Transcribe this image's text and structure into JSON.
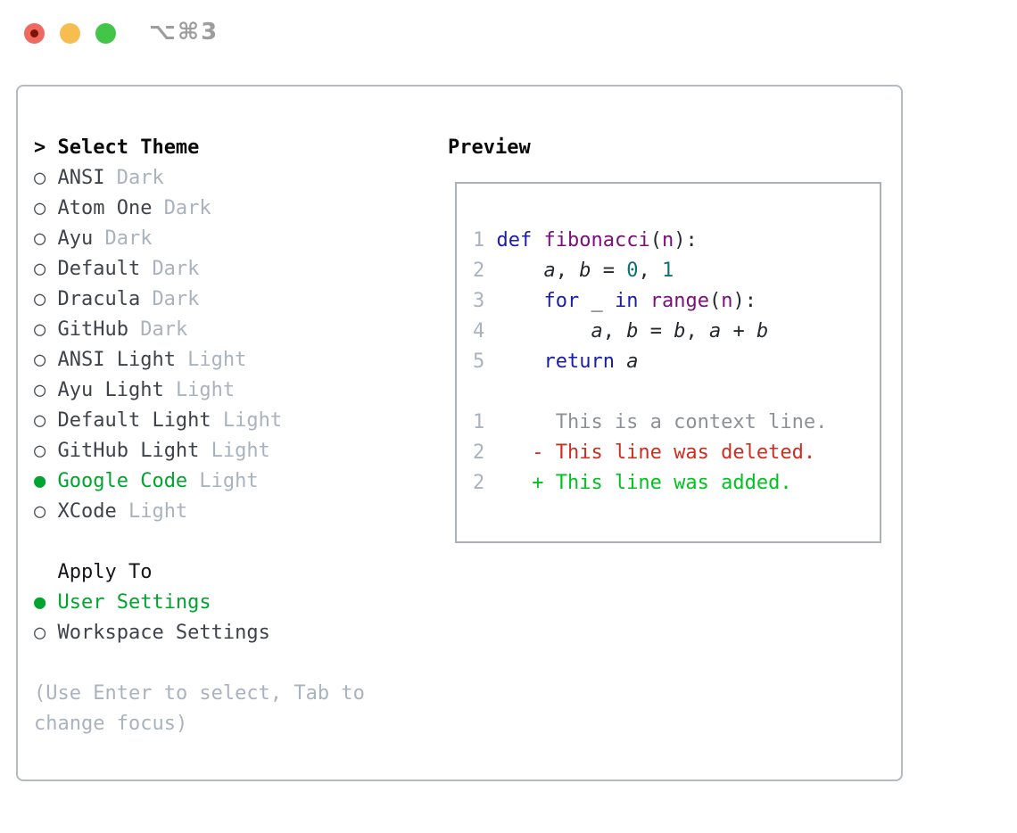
{
  "window": {
    "title": "⌥⌘3",
    "traffic_lights": [
      {
        "name": "close",
        "color": "#ee6a5e",
        "dot": "#7c1208"
      },
      {
        "name": "minimize",
        "color": "#f6bd50",
        "dot": null
      },
      {
        "name": "zoom",
        "color": "#43c549",
        "dot": null
      }
    ]
  },
  "theme_list": {
    "header_marker": ">",
    "header_label": "Select Theme",
    "unselected_marker": "○",
    "selected_marker": "●",
    "items": [
      {
        "name": "ANSI",
        "variant": "Dark",
        "selected": false
      },
      {
        "name": "Atom One",
        "variant": "Dark",
        "selected": false
      },
      {
        "name": "Ayu",
        "variant": "Dark",
        "selected": false
      },
      {
        "name": "Default",
        "variant": "Dark",
        "selected": false
      },
      {
        "name": "Dracula",
        "variant": "Dark",
        "selected": false
      },
      {
        "name": "GitHub",
        "variant": "Dark",
        "selected": false
      },
      {
        "name": "ANSI Light",
        "variant": "Light",
        "selected": false
      },
      {
        "name": "Ayu Light",
        "variant": "Light",
        "selected": false
      },
      {
        "name": "Default Light",
        "variant": "Light",
        "selected": false
      },
      {
        "name": "GitHub Light",
        "variant": "Light",
        "selected": false
      },
      {
        "name": "Google Code",
        "variant": "Light",
        "selected": true
      },
      {
        "name": "XCode",
        "variant": "Light",
        "selected": false
      }
    ]
  },
  "apply_to": {
    "label": "Apply To",
    "options": [
      {
        "name": "User Settings",
        "selected": true
      },
      {
        "name": "Workspace Settings",
        "selected": false
      }
    ]
  },
  "help_lines": [
    "(Use Enter to select, Tab to",
    "change focus)"
  ],
  "preview": {
    "header": "Preview",
    "lines": [
      {
        "num": "1",
        "tokens": [
          [
            "kw",
            "def"
          ],
          [
            "pl",
            " "
          ],
          [
            "fn",
            "fibonacci"
          ],
          [
            "pl",
            "("
          ],
          [
            "fn",
            "n"
          ],
          [
            "pl",
            "):"
          ]
        ]
      },
      {
        "num": "2",
        "tokens": [
          [
            "pl",
            "    "
          ],
          [
            "vr",
            "a"
          ],
          [
            "pl",
            ", "
          ],
          [
            "vr",
            "b"
          ],
          [
            "pl",
            " = "
          ],
          [
            "nm",
            "0"
          ],
          [
            "pl",
            ", "
          ],
          [
            "nm",
            "1"
          ]
        ]
      },
      {
        "num": "3",
        "tokens": [
          [
            "pl",
            "    "
          ],
          [
            "kw",
            "for"
          ],
          [
            "pl",
            " _ "
          ],
          [
            "kw",
            "in"
          ],
          [
            "pl",
            " "
          ],
          [
            "fn",
            "range"
          ],
          [
            "pl",
            "("
          ],
          [
            "fn",
            "n"
          ],
          [
            "pl",
            "):"
          ]
        ]
      },
      {
        "num": "4",
        "tokens": [
          [
            "pl",
            "        "
          ],
          [
            "vr",
            "a"
          ],
          [
            "pl",
            ", "
          ],
          [
            "vr",
            "b"
          ],
          [
            "pl",
            " = "
          ],
          [
            "vr",
            "b"
          ],
          [
            "pl",
            ", "
          ],
          [
            "vr",
            "a"
          ],
          [
            "pl",
            " + "
          ],
          [
            "vr",
            "b"
          ]
        ]
      },
      {
        "num": "5",
        "tokens": [
          [
            "pl",
            "    "
          ],
          [
            "kw",
            "return"
          ],
          [
            "pl",
            " "
          ],
          [
            "vr",
            "a"
          ]
        ]
      },
      {
        "num": "",
        "tokens": []
      },
      {
        "num": "1",
        "tokens": [
          [
            "ctx",
            "     This is a context line."
          ]
        ]
      },
      {
        "num": "2",
        "tokens": [
          [
            "del",
            "   - This line was deleted."
          ]
        ]
      },
      {
        "num": "2",
        "tokens": [
          [
            "add",
            "   + This line was added."
          ]
        ]
      }
    ]
  },
  "colors": {
    "selected_green": "#00a42e",
    "keyword_blue": "#1a1daa",
    "function_purple": "#7c0d7c",
    "number_teal": "#0d7175",
    "deleted_red": "#cf2e1f",
    "added_green": "#00c31f",
    "context_gray": "#8d9196",
    "line_number_gray": "#a9b3bf",
    "dim_label_gray": "#a9b3bf"
  }
}
